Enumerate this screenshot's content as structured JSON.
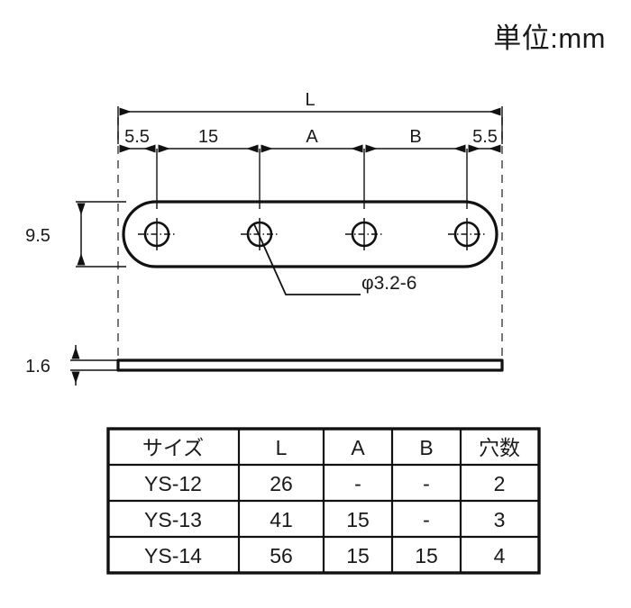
{
  "sheet": {
    "unit_note": "単位:mm",
    "background_color": "#ffffff",
    "line_color": "#111111"
  },
  "top_view": {
    "overall_dimension_label": "L",
    "chain_dimensions": [
      {
        "label": "5.5"
      },
      {
        "label": "15"
      },
      {
        "label": "A"
      },
      {
        "label": "B"
      },
      {
        "label": "5.5"
      }
    ],
    "height_dimension_label": "9.5",
    "hole_callout": "φ3.2-6",
    "hole_count_shown": 4
  },
  "side_view": {
    "thickness_dimension_label": "1.6"
  },
  "table": {
    "headers": [
      "サイズ",
      "L",
      "A",
      "B",
      "穴数"
    ],
    "rows": [
      {
        "size": "YS-12",
        "L": "26",
        "A": "-",
        "B": "-",
        "holes": "2"
      },
      {
        "size": "YS-13",
        "L": "41",
        "A": "15",
        "B": "-",
        "holes": "3"
      },
      {
        "size": "YS-14",
        "L": "56",
        "A": "15",
        "B": "15",
        "holes": "4"
      }
    ]
  }
}
